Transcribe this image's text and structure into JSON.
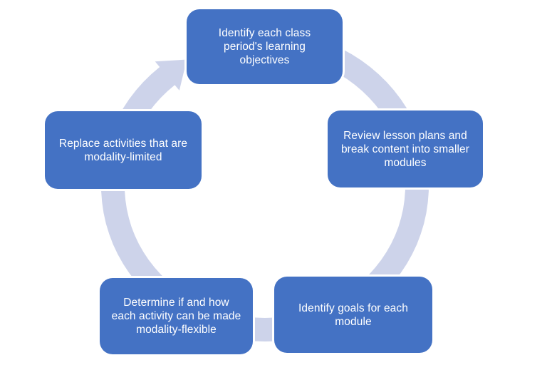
{
  "diagram": {
    "kind": "cycle",
    "flow_direction": "clockwise",
    "colors": {
      "node_fill": "#4472C4",
      "node_text": "#FFFFFF",
      "arrow": "#CDD3EA",
      "background": "#FFFFFF"
    },
    "nodes": [
      {
        "position": "top",
        "label": "Identify each class period's learning objectives"
      },
      {
        "position": "right",
        "label": "Review lesson plans and break content into smaller modules"
      },
      {
        "position": "bottom-right",
        "label": "Identify goals for each module"
      },
      {
        "position": "bottom-left",
        "label": "Determine if and how each activity can be made modality-flexible"
      },
      {
        "position": "left",
        "label": "Replace activities that are modality-limited"
      }
    ]
  }
}
